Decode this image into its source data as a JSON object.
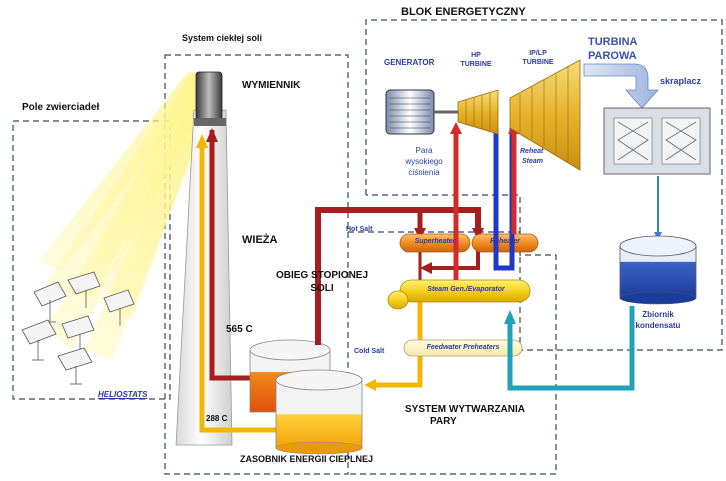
{
  "labels": {
    "blok": "BLOK ENERGETYCZNY",
    "system_soli": "System ciekłej soli",
    "wymiennik": "WYMIENNIK",
    "pole": "Pole zwierciadeł",
    "wieza": "WIEŻA",
    "obieg_line1": "OBIEG STOPIONEJ",
    "obieg_line2": "SOLI",
    "temp_hot": "565 C",
    "temp_cold": "288 C",
    "heliostats": "HELIOSTATS",
    "system_wytw_line1": "SYSTEM WYTWARZANIA",
    "system_wytw_line2": "PARY",
    "zasobnik": "ZASOBNIK ENERGII CIEPLNEJ",
    "generator": "GENERATOR",
    "hp_line1": "HP",
    "hp_line2": "TURBINE",
    "iplp_line1": "IP/LP",
    "iplp_line2": "TURBINE",
    "turbina_line1": "TURBINA",
    "turbina_line2": "PAROWA",
    "skraplacz": "skraplacz",
    "para_line1": "Para",
    "para_line2": "wysokiego",
    "para_line3": "ciśnienia",
    "reheat_line1": "Reheat",
    "reheat_line2": "Steam",
    "hot_salt": "Hot Salt",
    "cold_salt": "Cold Salt",
    "superheater": "Superheater",
    "reheater": "Reheater",
    "steam_gen": "Steam Gen./Evaporator",
    "feedwater": "Feedwater Preheaters",
    "zbiornik_line1": "Zbiornik",
    "zbiornik_line2": "kondensatu"
  },
  "colors": {
    "hot_pipe": "#a51f1f",
    "cold_pipe": "#f2b705",
    "cold_pipe_edge": "#d28a00",
    "condensate_pipe": "#1fa3b8",
    "condensate_edge": "#1f5fc4",
    "blue_pipe": "#2038c8",
    "box_dash": "#3a4a5a",
    "turbine_gold": "#e8b42a",
    "heater_orange": "#f29a2e",
    "label_blue": "#2a3c9c"
  }
}
